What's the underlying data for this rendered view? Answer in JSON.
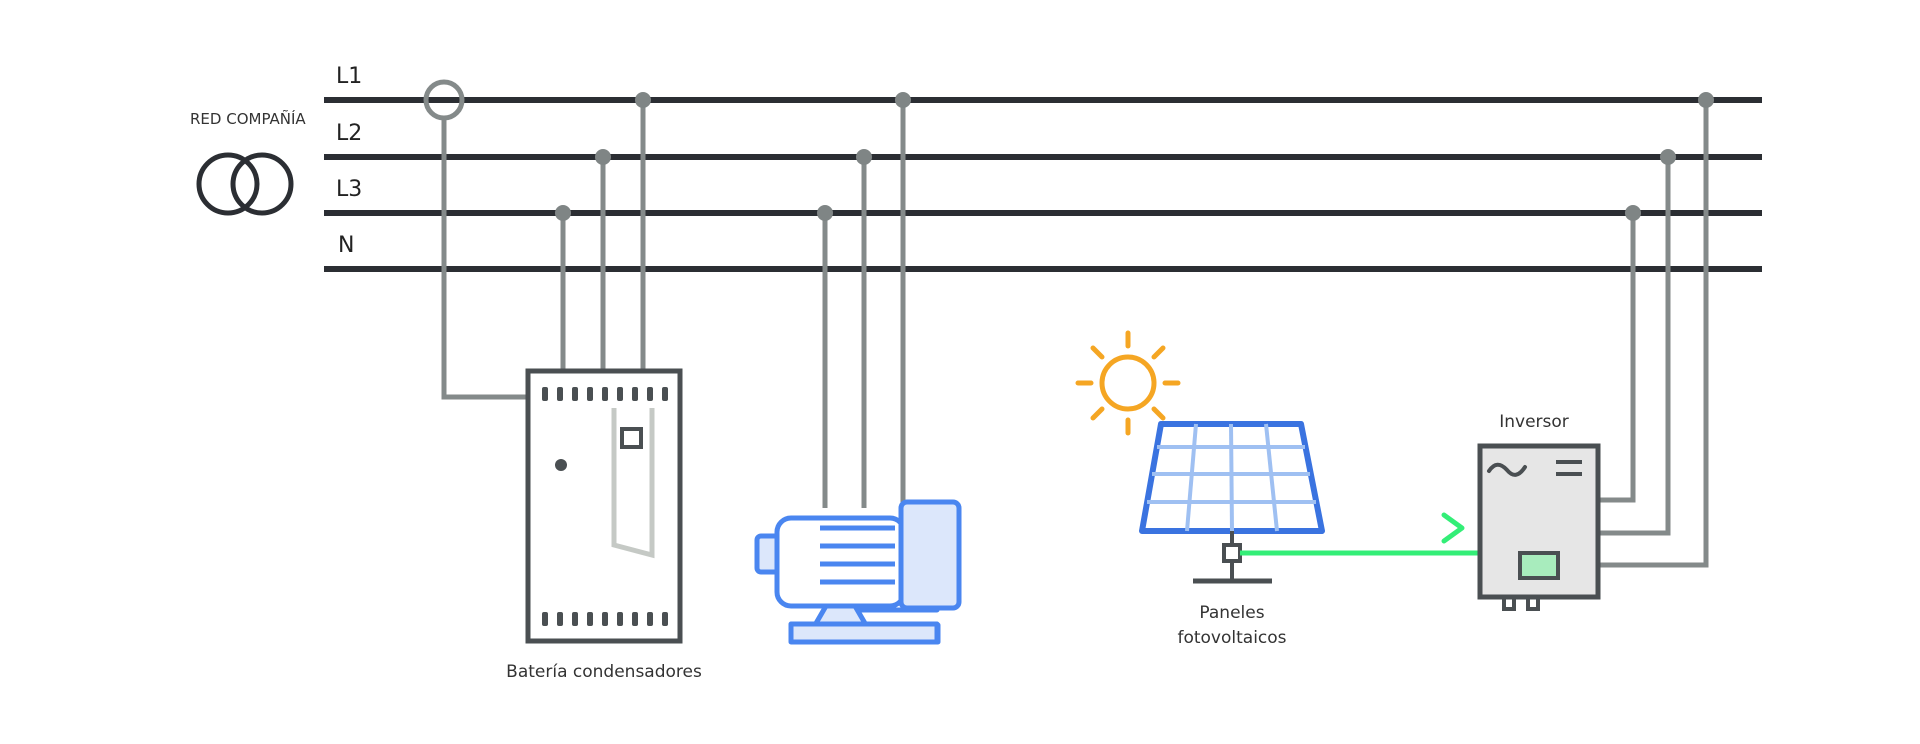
{
  "grid": {
    "label": "RED COMPAÑÍA"
  },
  "buses": [
    {
      "label": "L1"
    },
    {
      "label": "L2"
    },
    {
      "label": "L3"
    },
    {
      "label": "N"
    }
  ],
  "devices": {
    "capacitor_bank": {
      "label": "Batería condensadores"
    },
    "motor": {
      "label": ""
    },
    "pv_panels": {
      "label_line1": "Paneles",
      "label_line2": "fotovoltaicos"
    },
    "inverter": {
      "label": "Inversor"
    }
  },
  "colors": {
    "bus": "#2b2e33",
    "wire": "#848a8a",
    "node": "#7f8585",
    "device_outline": "#4a4f52",
    "motor_blue": "#4a86f0",
    "motor_fill": "#dce7fb",
    "panel_blue": "#3a73e0",
    "sun_orange": "#f5a623",
    "dc_green": "#33ee77",
    "inverter_fill": "#e6e6e6",
    "inverter_screen": "#a8ecbd"
  },
  "icons": [
    "transformer-icon",
    "current-transformer-icon",
    "sun-icon",
    "ac-wave-icon",
    "arrow-icon"
  ]
}
